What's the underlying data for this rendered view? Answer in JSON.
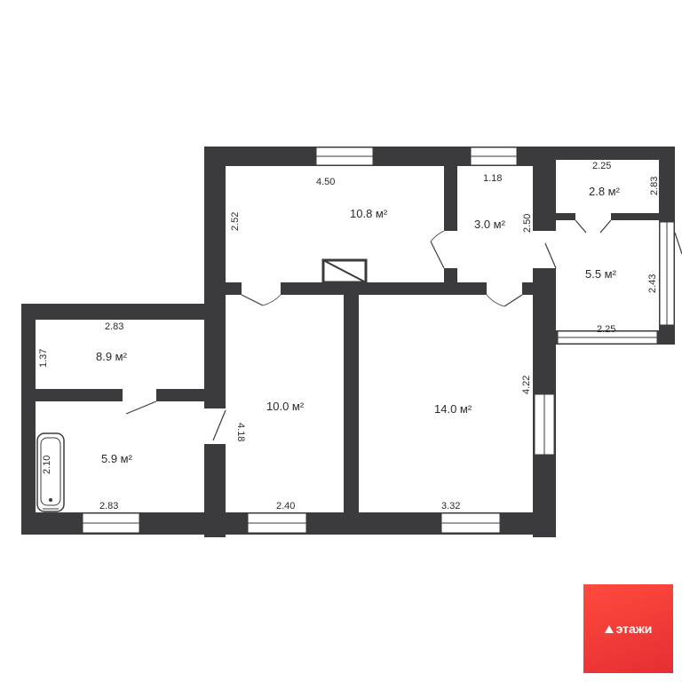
{
  "watermark": "etagi",
  "logo": {
    "text": "этажи",
    "color": "#e8352f"
  },
  "colors": {
    "wall": "#3b3b3d",
    "background": "#ffffff"
  },
  "rooms": [
    {
      "id": "room-a",
      "area": "10.8 м²",
      "width": "4.50",
      "height": "2.52"
    },
    {
      "id": "room-b",
      "area": "3.0 м²",
      "width": "1.18",
      "height": "2.50"
    },
    {
      "id": "room-c",
      "area": "2.8 м²",
      "width": "2.25",
      "height": "2.83"
    },
    {
      "id": "room-d",
      "area": "5.5 м²",
      "width": "2.25",
      "height": "2.43"
    },
    {
      "id": "room-e",
      "area": "8.9 м²",
      "width": "2.83",
      "height": "1.37"
    },
    {
      "id": "room-f",
      "area": "5.9 м²",
      "width": "2.83",
      "height": "2.10"
    },
    {
      "id": "room-g",
      "area": "10.0 м²",
      "width": "2.40",
      "height": "4.18"
    },
    {
      "id": "room-h",
      "area": "14.0 м²",
      "width": "3.32",
      "height": "4.22"
    }
  ]
}
